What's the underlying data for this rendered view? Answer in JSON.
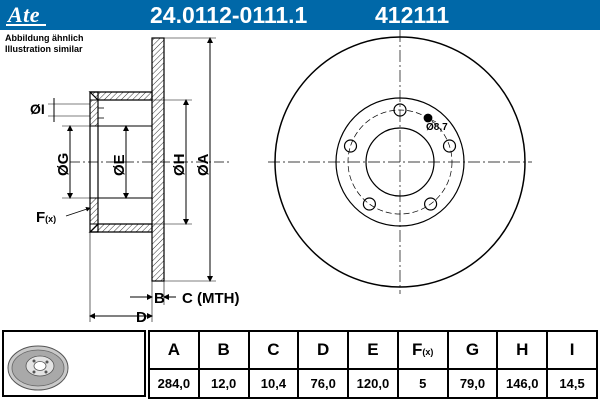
{
  "header": {
    "logo": "Ate",
    "part_number": "24.0112-0111.1",
    "ref_number": "412111",
    "color": "#0068a8"
  },
  "notes": [
    "Abbildung ähnlich",
    "Illustration similar"
  ],
  "drawing_labels": {
    "dim_i": "ØI",
    "dim_g": "ØG",
    "dim_e": "ØE",
    "dim_h": "ØH",
    "dim_a": "ØA",
    "dim_f": "F",
    "dim_f_sub": "(x)",
    "dim_b": "B",
    "dim_c": "C (MTH)",
    "dim_d": "D",
    "hole_dia": "Ø8,7"
  },
  "table": {
    "headers": [
      "A",
      "B",
      "C",
      "D",
      "E",
      "F",
      "G",
      "H",
      "I"
    ],
    "f_sub": "(x)",
    "values": [
      "284,0",
      "12,0",
      "10,4",
      "76,0",
      "120,0",
      "5",
      "79,0",
      "146,0",
      "14,5"
    ]
  }
}
